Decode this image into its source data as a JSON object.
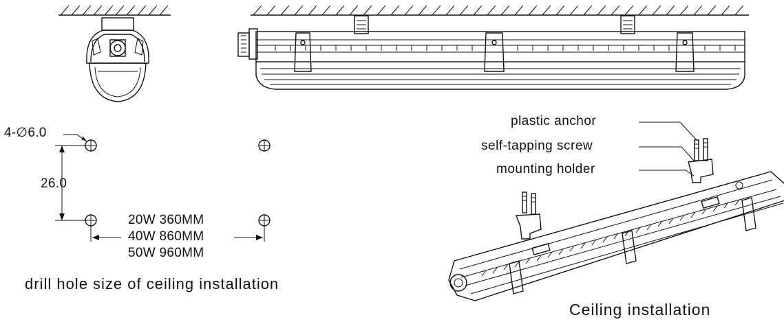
{
  "drill_diagram": {
    "hole_spec": "4-∅6.0",
    "vertical_dim": "26.0",
    "spacing_lines": [
      "20W 360MM",
      "40W 860MM",
      "50W 960MM"
    ],
    "caption": "drill hole size of ceiling installation"
  },
  "install_diagram": {
    "callouts": [
      "plastic anchor",
      "self-tapping screw",
      "mounting holder"
    ],
    "caption": "Ceiling installation"
  }
}
